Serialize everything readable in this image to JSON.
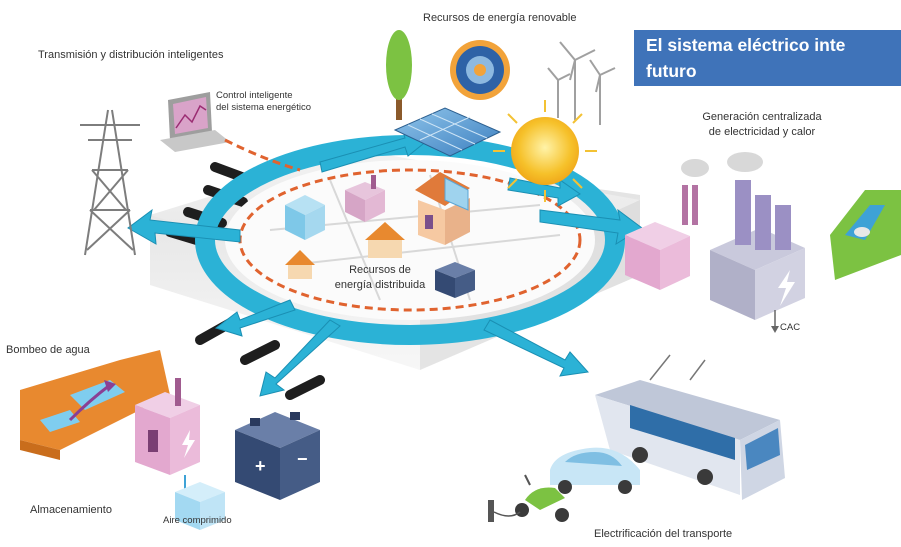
{
  "title": {
    "line1": "El sistema eléctrico inte",
    "line2": "futuro"
  },
  "labels": {
    "transmision": "Transmisión y distribución inteligentes",
    "control_line1": "Control inteligente",
    "control_line2": "del sistema energético",
    "renovable": "Recursos de energía renovable",
    "centralizada_line1": "Generación centralizada",
    "centralizada_line2": "de electricidad y calor",
    "distribuida_line1": "Recursos de",
    "distribuida_line2": "energía distribuida",
    "bombeo": "Bombeo de agua",
    "almacenamiento": "Almacenamiento",
    "aire": "Aire comprimido",
    "transporte": "Electrificación del transporte",
    "cac": "CAC"
  },
  "colors": {
    "title_bg": "#3f73b9",
    "ring_arrows": "#2bb2d6",
    "dashed_line": "#e0632f",
    "platform": "#e6e6e6",
    "tree": "#7cc242",
    "sun": "#f6c12a"
  },
  "icons": [
    "transmission-tower-icon",
    "computer-monitor-icon",
    "tree-icon",
    "hydro-turbine-icon",
    "solar-panel-icon",
    "wind-turbine-icon",
    "sun-icon",
    "factory-icon",
    "dam-icon",
    "house-icon",
    "battery-icon",
    "pump-storage-icon",
    "compressed-air-tank-icon",
    "tram-icon",
    "car-icon",
    "scooter-icon",
    "charger-icon"
  ]
}
